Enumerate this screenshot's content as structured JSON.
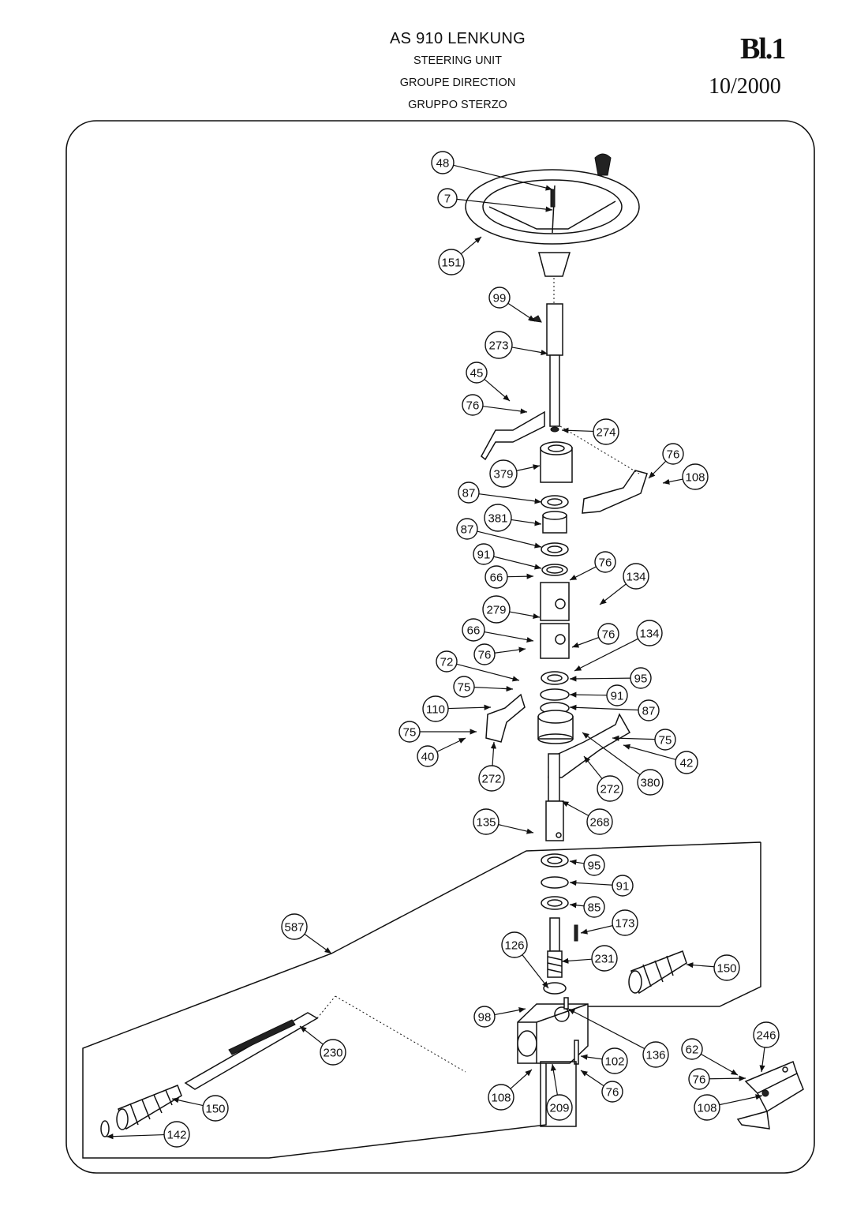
{
  "header": {
    "title": "AS 910 LENKUNG",
    "subtitle_en": "STEERING UNIT",
    "subtitle_fr": "GROUPE DIRECTION",
    "subtitle_it": "GRUPPO STERZO",
    "sheet": "Bl.1",
    "date": "10/2000"
  },
  "callouts": [
    {
      "id": "48",
      "label": "48"
    },
    {
      "id": "7",
      "label": "7"
    },
    {
      "id": "151",
      "label": "151"
    },
    {
      "id": "99",
      "label": "99"
    },
    {
      "id": "273",
      "label": "273"
    },
    {
      "id": "45",
      "label": "45"
    },
    {
      "id": "76a",
      "label": "76"
    },
    {
      "id": "274",
      "label": "274"
    },
    {
      "id": "76b",
      "label": "76"
    },
    {
      "id": "108a",
      "label": "108"
    },
    {
      "id": "379",
      "label": "379"
    },
    {
      "id": "87a",
      "label": "87"
    },
    {
      "id": "381",
      "label": "381"
    },
    {
      "id": "87b",
      "label": "87"
    },
    {
      "id": "91a",
      "label": "91"
    },
    {
      "id": "76c",
      "label": "76"
    },
    {
      "id": "66a",
      "label": "66"
    },
    {
      "id": "134a",
      "label": "134"
    },
    {
      "id": "279",
      "label": "279"
    },
    {
      "id": "66b",
      "label": "66"
    },
    {
      "id": "76d",
      "label": "76"
    },
    {
      "id": "134b",
      "label": "134"
    },
    {
      "id": "76e",
      "label": "76"
    },
    {
      "id": "72",
      "label": "72"
    },
    {
      "id": "95a",
      "label": "95"
    },
    {
      "id": "75a",
      "label": "75"
    },
    {
      "id": "91b",
      "label": "91"
    },
    {
      "id": "110",
      "label": "110"
    },
    {
      "id": "87c",
      "label": "87"
    },
    {
      "id": "75b",
      "label": "75"
    },
    {
      "id": "75c",
      "label": "75"
    },
    {
      "id": "40",
      "label": "40"
    },
    {
      "id": "42",
      "label": "42"
    },
    {
      "id": "272a",
      "label": "272"
    },
    {
      "id": "380",
      "label": "380"
    },
    {
      "id": "272b",
      "label": "272"
    },
    {
      "id": "268",
      "label": "268"
    },
    {
      "id": "135",
      "label": "135"
    },
    {
      "id": "95b",
      "label": "95"
    },
    {
      "id": "91c",
      "label": "91"
    },
    {
      "id": "85",
      "label": "85"
    },
    {
      "id": "587",
      "label": "587"
    },
    {
      "id": "173",
      "label": "173"
    },
    {
      "id": "126",
      "label": "126"
    },
    {
      "id": "231",
      "label": "231"
    },
    {
      "id": "150a",
      "label": "150"
    },
    {
      "id": "98",
      "label": "98"
    },
    {
      "id": "246",
      "label": "246"
    },
    {
      "id": "230",
      "label": "230"
    },
    {
      "id": "136",
      "label": "136"
    },
    {
      "id": "62",
      "label": "62"
    },
    {
      "id": "102",
      "label": "102"
    },
    {
      "id": "76f",
      "label": "76"
    },
    {
      "id": "108b",
      "label": "108"
    },
    {
      "id": "108c",
      "label": "108"
    },
    {
      "id": "150b",
      "label": "150"
    },
    {
      "id": "209",
      "label": "209"
    },
    {
      "id": "76g",
      "label": "76"
    },
    {
      "id": "142",
      "label": "142"
    }
  ]
}
